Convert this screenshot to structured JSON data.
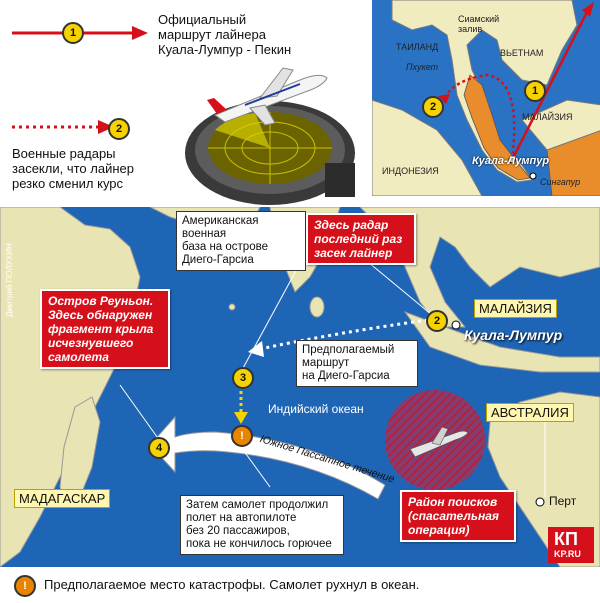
{
  "legend": {
    "route1_number": "1",
    "route1_text": [
      "Официальный",
      "маршрут лайнера",
      "Куала-Лумпур - Пекин"
    ],
    "route2_number": "2",
    "route2_text": [
      "Военные радары",
      "засекли, что лайнер",
      "резко сменил курс"
    ]
  },
  "inset_map": {
    "labels": {
      "siam_gulf": "Сиамский\nзалив",
      "thailand": "ТАИЛАНД",
      "vietnam": "ВЬЕТНАМ",
      "phuket": "Пхукет",
      "malaysia": "МАЛАЙЗИЯ",
      "kuala_lumpur": "Куала-Лумпур",
      "indonesia": "ИНДОНЕЗИЯ",
      "singapore": "Сингапур"
    },
    "marker1": "1",
    "marker2": "2"
  },
  "main_map": {
    "author": "Дмитрий ПОЛУХИН",
    "diego_garcia_box": [
      "Американская",
      "военная",
      "база на острове",
      "Диего-Гарсиа"
    ],
    "radar_box": [
      "Здесь радар",
      "последний раз",
      "засек лайнер"
    ],
    "reunion_box": [
      "Остров Реуньон.",
      "Здесь обнаружен",
      "фрагмент крыла",
      "исчезнувшего",
      "самолета"
    ],
    "malaysia_label": "МАЛАЙЗИЯ",
    "kuala_lumpur_label": "Куала-Лумпур",
    "route_box": [
      "Предполагаемый",
      "маршрут",
      "на Диего-Гарсиа"
    ],
    "indian_ocean": "Индийский океан",
    "current_label": "Южное Пассатное течение",
    "australia_label": "АВСТРАЛИЯ",
    "madagascar_label": "МАДАГАСКАР",
    "perth_label": "Перт",
    "search_box": [
      "Район поисков",
      "(спасательная",
      "операция)"
    ],
    "autopilot_box": [
      "Затем самолет продолжил",
      "полет на автопилоте",
      "без 20 пассажиров,",
      "пока не кончилось горючее"
    ],
    "marker2": "2",
    "marker3": "3",
    "marker4": "4",
    "crash_marker": "!"
  },
  "footer": {
    "icon": "!",
    "text": "Предполагаемое место катастрофы. Самолет рухнул в океан.",
    "logo": "КП",
    "logo_sub": "KP.RU"
  },
  "colors": {
    "ocean": "#1f65b5",
    "land_main": "#e9e4b4",
    "inset_land": "#f1ebc0",
    "malaysia_fill": "#e98c2c",
    "red": "#d6101a",
    "yellow": "#f6d200",
    "white_current": "#ffffff"
  }
}
